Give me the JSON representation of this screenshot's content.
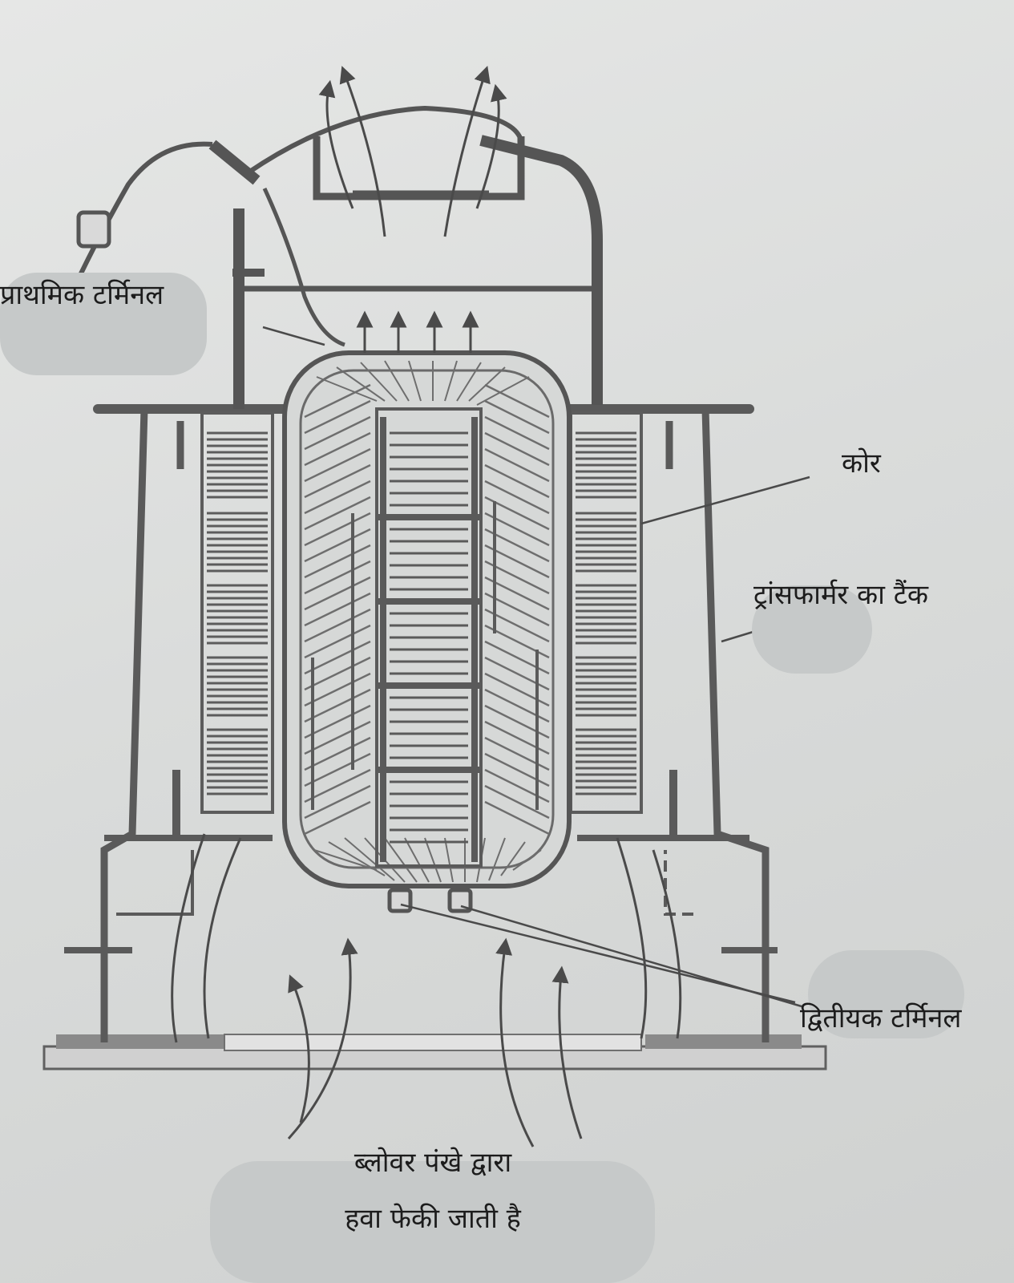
{
  "labels": {
    "primary_terminal": "प्राथमिक टर्मिनल",
    "core": "कोर",
    "tank": "ट्रांसफार्मर का टैंक",
    "secondary_terminal": "द्वितीयक टर्मिनल",
    "blower_line1": "ब्लोवर पंखे द्वारा",
    "blower_line2": "हवा फेकी जाती है"
  },
  "colors": {
    "paper": "#dcdedd",
    "ink": "#555555",
    "label_bg": "#c6c9c9",
    "text": "#1c1c1c"
  }
}
